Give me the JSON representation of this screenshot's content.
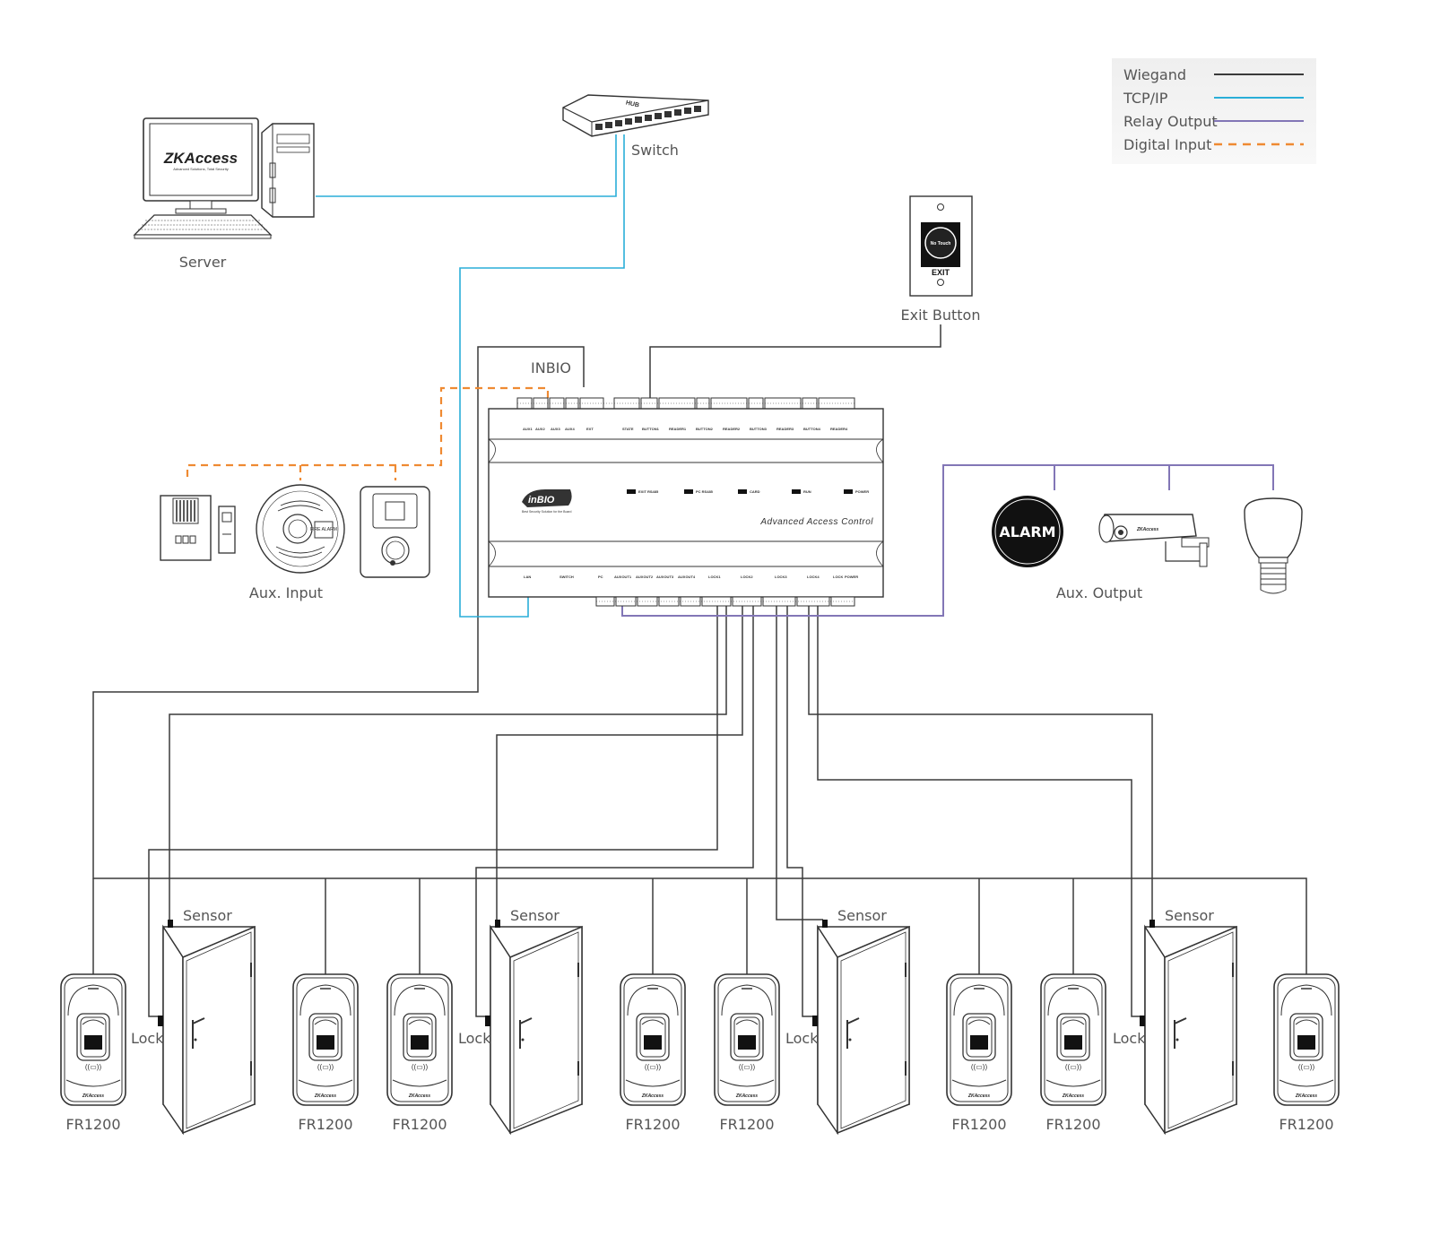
{
  "legend": {
    "items": [
      {
        "label": "Wiegand",
        "color": "#3a3a3a"
      },
      {
        "label": "TCP/IP",
        "color": "#2aaed8"
      },
      {
        "label": "Relay Output",
        "color": "#8276b6"
      },
      {
        "label": "Digital Input",
        "color": "#ef8a32"
      }
    ]
  },
  "server": {
    "label": "Server",
    "brand": "ZKAccess",
    "tagline": "Advanced Solutions, Total Security"
  },
  "switch": {
    "label": "Switch",
    "hub_text": "HUB"
  },
  "exit_button": {
    "label": "Exit Button",
    "button_text": "No Touch",
    "exit_text": "EXIT"
  },
  "controller": {
    "title": "INBIO",
    "subtitle": "Advanced Access Control",
    "logo": "inBIO",
    "logo_tag": "Best Security Solution for the Board",
    "leds": [
      "EXIT RS485",
      "PC RS485",
      "CARD",
      "RUN",
      "POWER"
    ],
    "top_groups": [
      "AUX1",
      "AUX2",
      "AUX3",
      "AUX4",
      "EXT",
      "STATE",
      "BUTTON1",
      "READER1",
      "BUTTON2",
      "READER2",
      "BUTTON3",
      "READER3",
      "BUTTON4",
      "READER4"
    ],
    "bottom_groups": [
      "LAN",
      "SWITCH",
      "PC",
      "AUXOUT1",
      "AUXOUT2",
      "AUXOUT3",
      "AUXOUT4",
      "LOCK1",
      "LOCK2",
      "LOCK3",
      "LOCK4",
      "LOCK",
      "POWER"
    ]
  },
  "aux_input": {
    "label": "Aux. Input",
    "fire_alarm": "FIRE ALARM"
  },
  "aux_output": {
    "label": "Aux.  Output",
    "alarm_text": "ALARM"
  },
  "door_labels": {
    "sensor": "Sensor",
    "lock": "Lock"
  },
  "reader_label": "FR1200",
  "reader_brand": "ZKAccess"
}
